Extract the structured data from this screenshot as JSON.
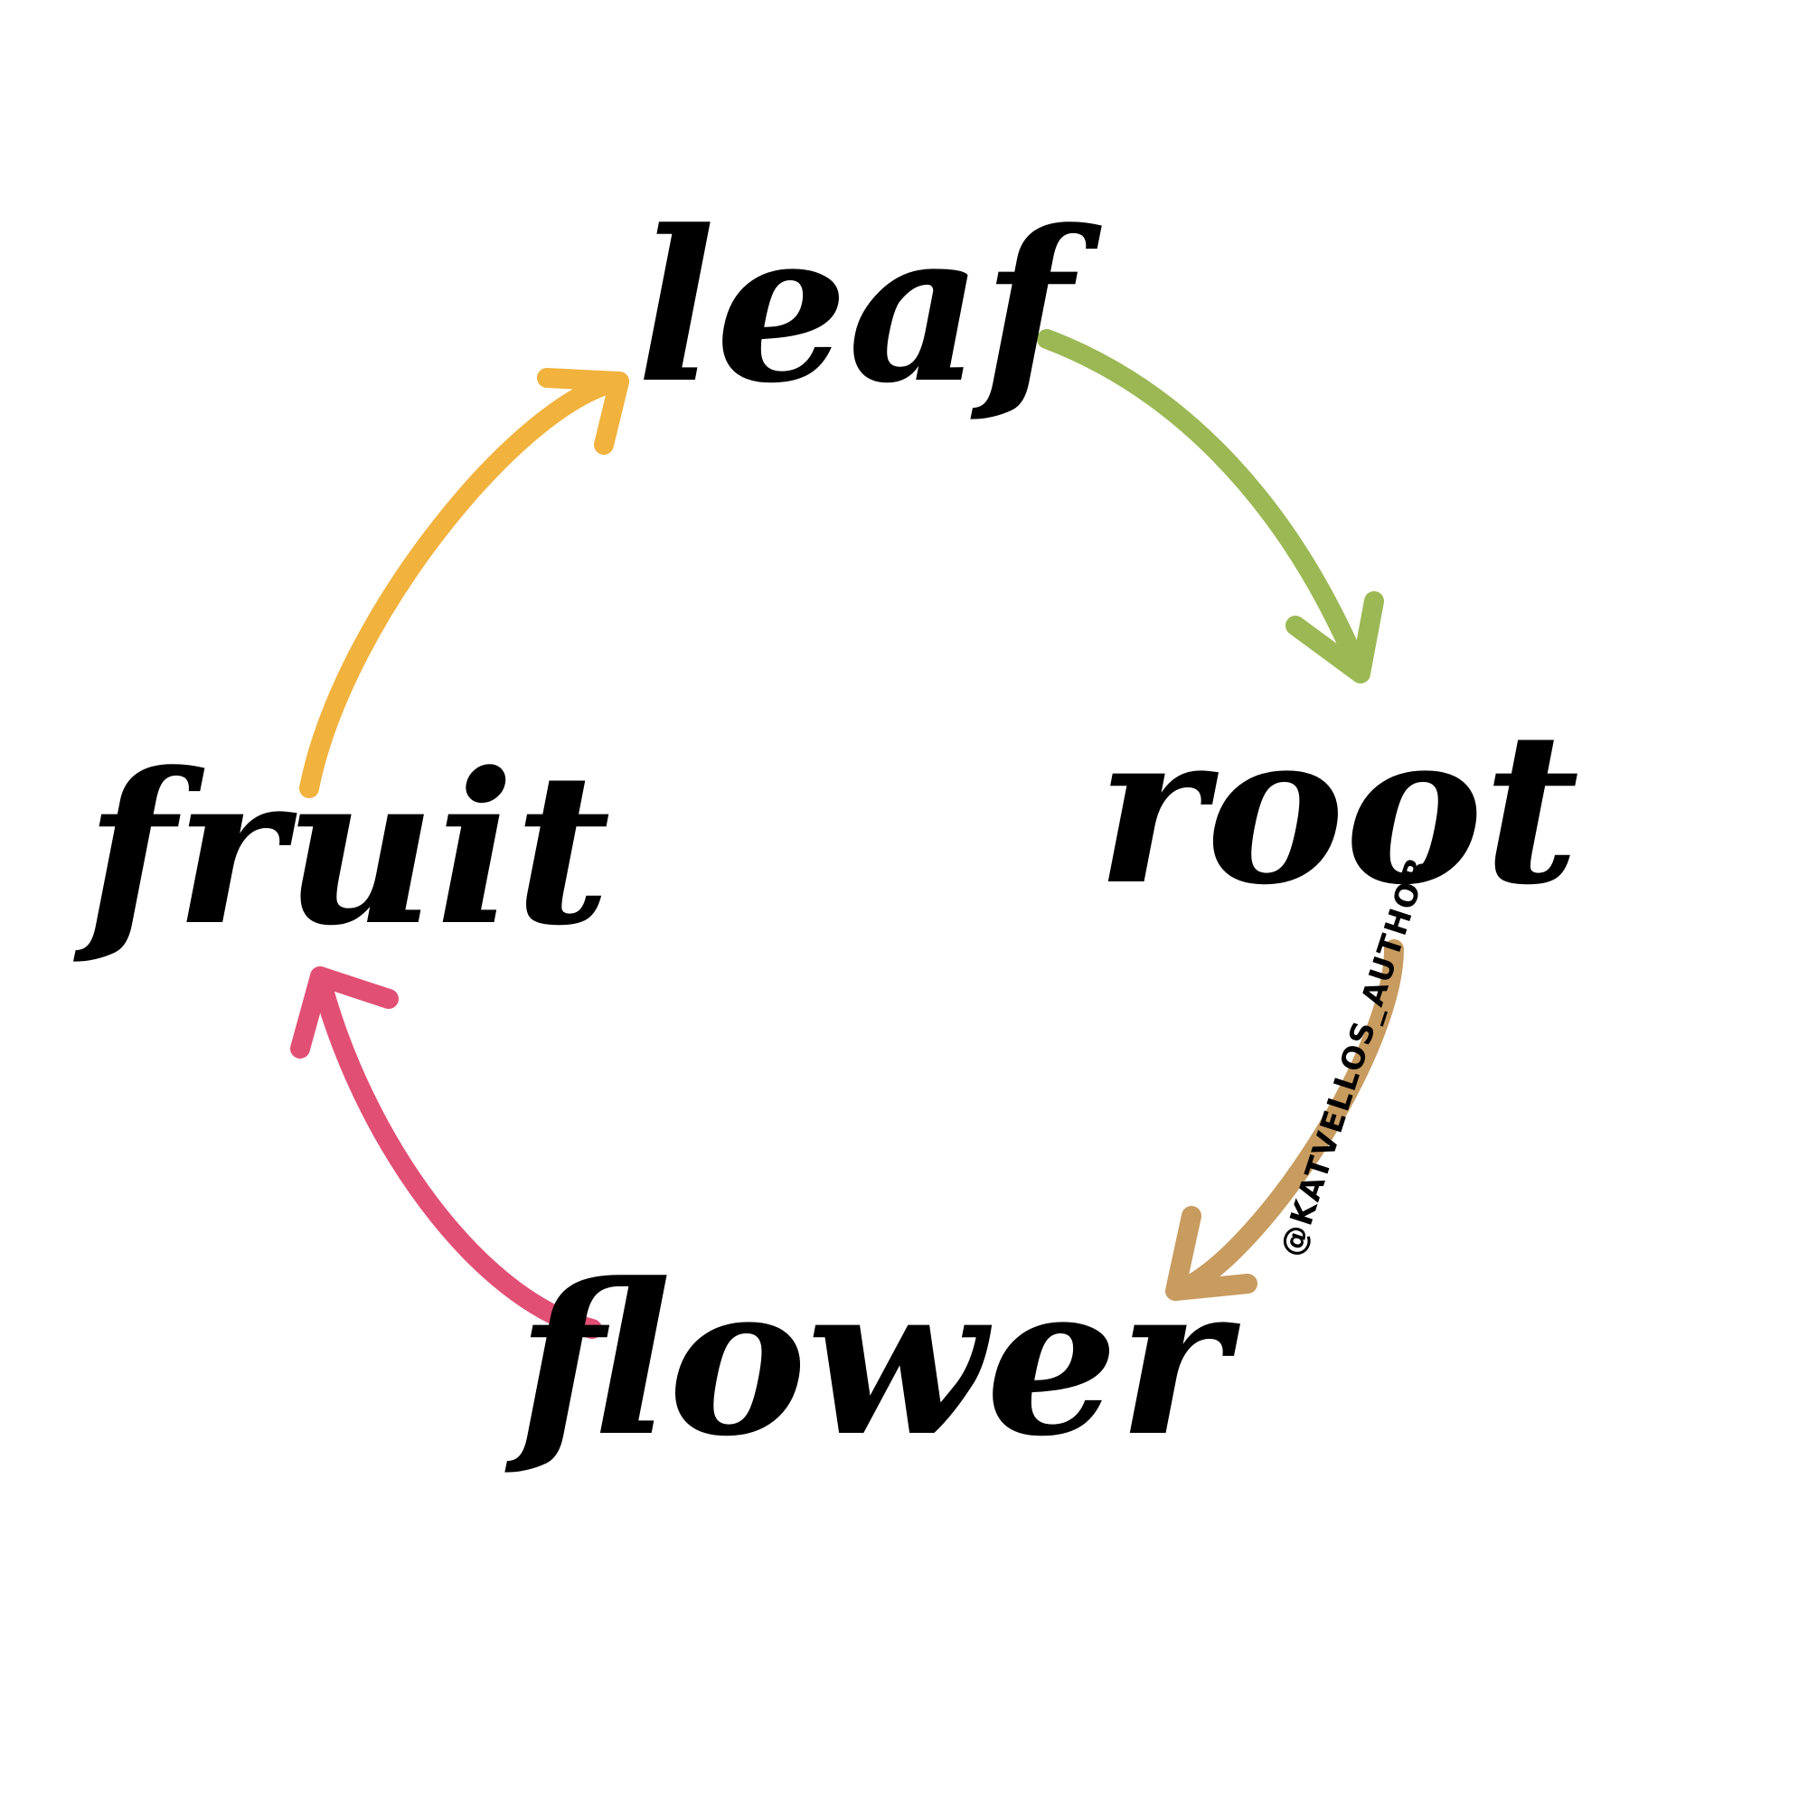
{
  "stages": [
    {
      "id": "leaf",
      "label": "leaf"
    },
    {
      "id": "root",
      "label": "root"
    },
    {
      "id": "flower",
      "label": "flower"
    },
    {
      "id": "fruit",
      "label": "fruit"
    }
  ],
  "arrows": [
    {
      "from": "leaf",
      "to": "root",
      "color": "#9bb854"
    },
    {
      "from": "root",
      "to": "flower",
      "color": "#c89b5f"
    },
    {
      "from": "flower",
      "to": "fruit",
      "color": "#e24f75"
    },
    {
      "from": "fruit",
      "to": "leaf",
      "color": "#f1b23e"
    }
  ],
  "watermark": "@KATVELLOS_AUTHOR"
}
